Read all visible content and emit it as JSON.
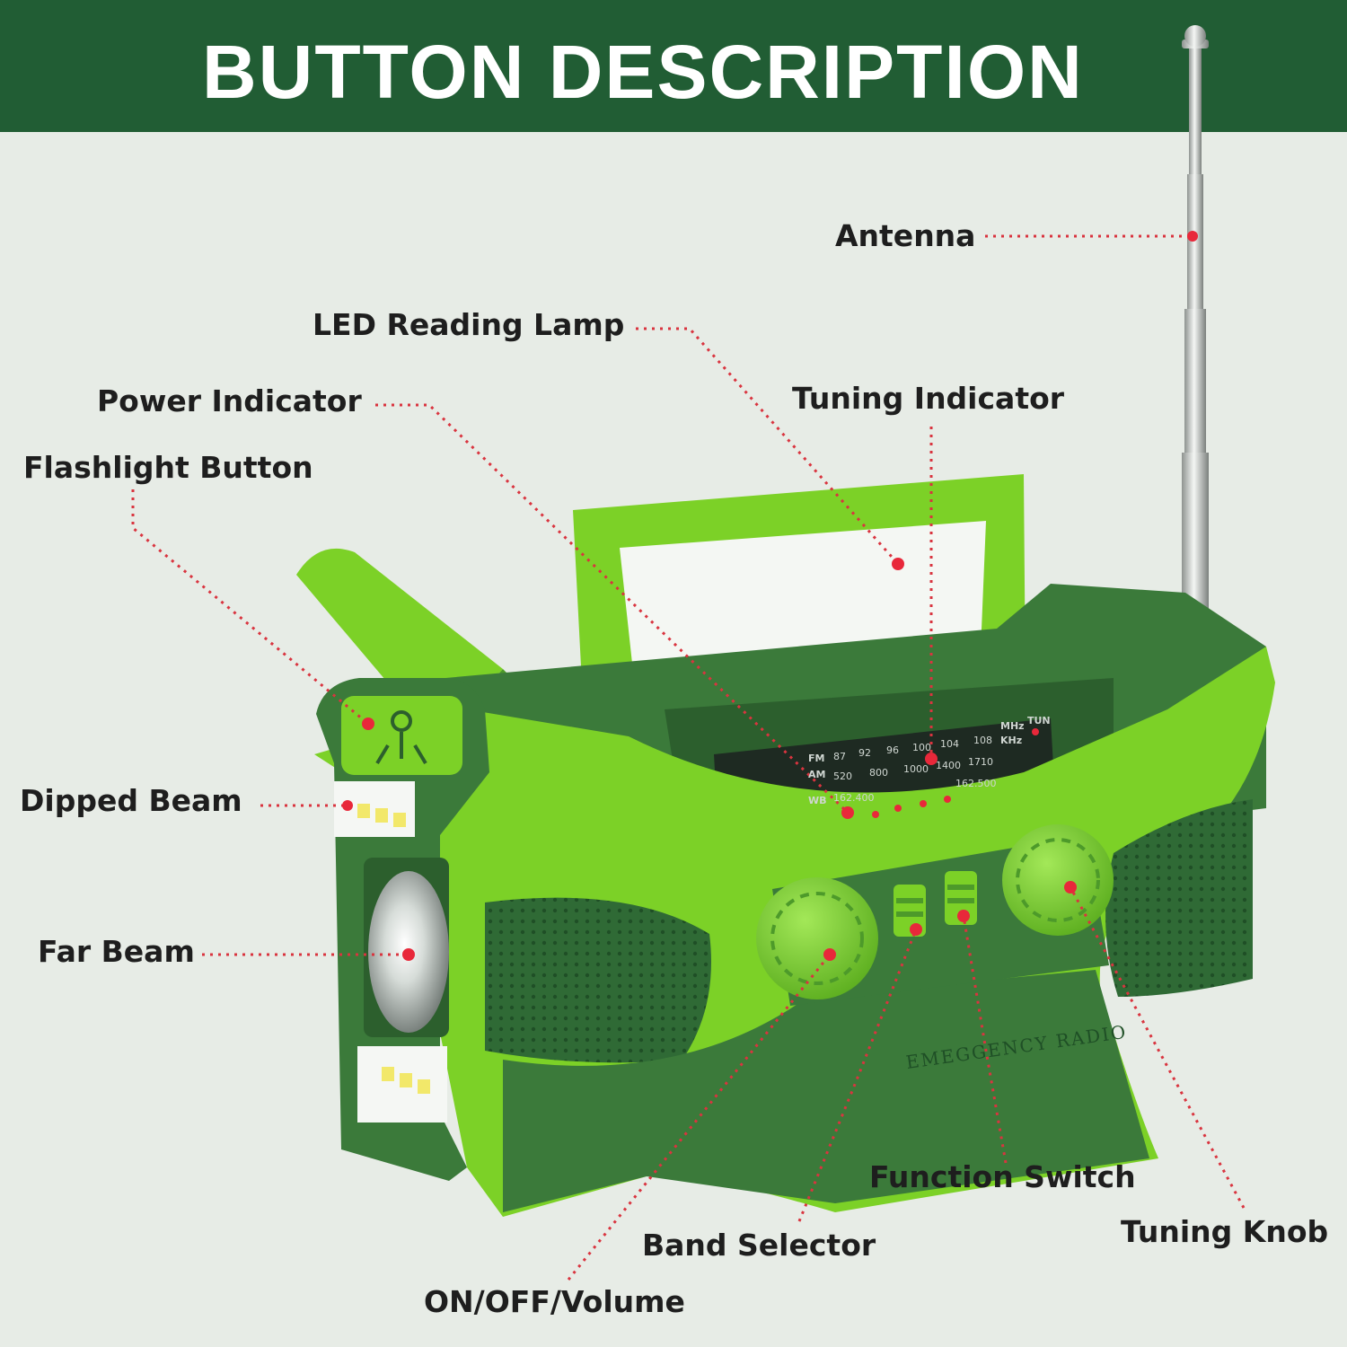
{
  "header": {
    "title": "BUTTON DESCRIPTION"
  },
  "product": {
    "brand_text": "EMEGGENCY RADIO"
  },
  "colors": {
    "header_bg": "#215d34",
    "body_light_green": "#7cd127",
    "body_dark_green": "#3b7a3a",
    "leader_line": "#d9343f"
  },
  "callouts": {
    "antenna": "Antenna",
    "led_reading_lamp": "LED Reading Lamp",
    "power_indicator": "Power Indicator",
    "tuning_indicator": "Tuning Indicator",
    "flashlight_button": "Flashlight Button",
    "dipped_beam": "Dipped Beam",
    "far_beam": "Far Beam",
    "function_switch": "Function Switch",
    "tuning_knob": "Tuning Knob",
    "band_selector": "Band Selector",
    "on_off_volume": "ON/OFF/Volume"
  },
  "dial": {
    "fm_label": "FM",
    "am_label": "AM",
    "wb_label": "WB",
    "mhz_label": "MHz",
    "khz_label": "KHz",
    "tun_label": "TUN",
    "fm_scale": [
      "87",
      "92",
      "96",
      "100",
      "104",
      "108"
    ],
    "am_scale": [
      "520",
      "800",
      "1000",
      "1400",
      "1710"
    ],
    "wb_scale": [
      "162.400",
      "162.500"
    ]
  }
}
